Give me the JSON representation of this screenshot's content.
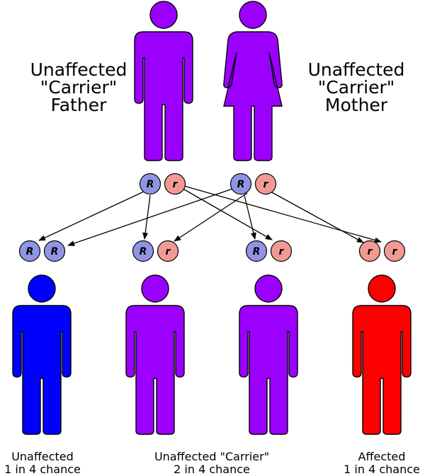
{
  "colors": {
    "carrier": "#9B00FF",
    "unaffected": "#0000FF",
    "affected": "#FF0000",
    "allele_dominant": "#8F95E4",
    "allele_recessive": "#F19A93",
    "outline": "#000000"
  },
  "parents": {
    "father": {
      "line1": "Unaffected",
      "line2": "\"Carrier\"",
      "line3": "Father",
      "icon": "male-figure-icon"
    },
    "mother": {
      "line1": "Unaffected",
      "line2": "\"Carrier\"",
      "line3": "Mother",
      "icon": "female-figure-icon"
    }
  },
  "parent_alleles": {
    "father": [
      "R",
      "r"
    ],
    "mother": [
      "R",
      "r"
    ]
  },
  "children": [
    {
      "alleles": [
        "R",
        "R"
      ],
      "status": "unaffected"
    },
    {
      "alleles": [
        "R",
        "r"
      ],
      "status": "carrier"
    },
    {
      "alleles": [
        "R",
        "r"
      ],
      "status": "carrier"
    },
    {
      "alleles": [
        "r",
        "r"
      ],
      "status": "affected"
    }
  ],
  "child_labels": [
    {
      "line1": "Unaffected",
      "line2": "1 in 4 chance"
    },
    {
      "line1": "Unaffected \"Carrier\"",
      "line2": "2 in 4 chance"
    },
    {
      "line1": "Affected",
      "line2": "1 in 4 chance"
    }
  ]
}
